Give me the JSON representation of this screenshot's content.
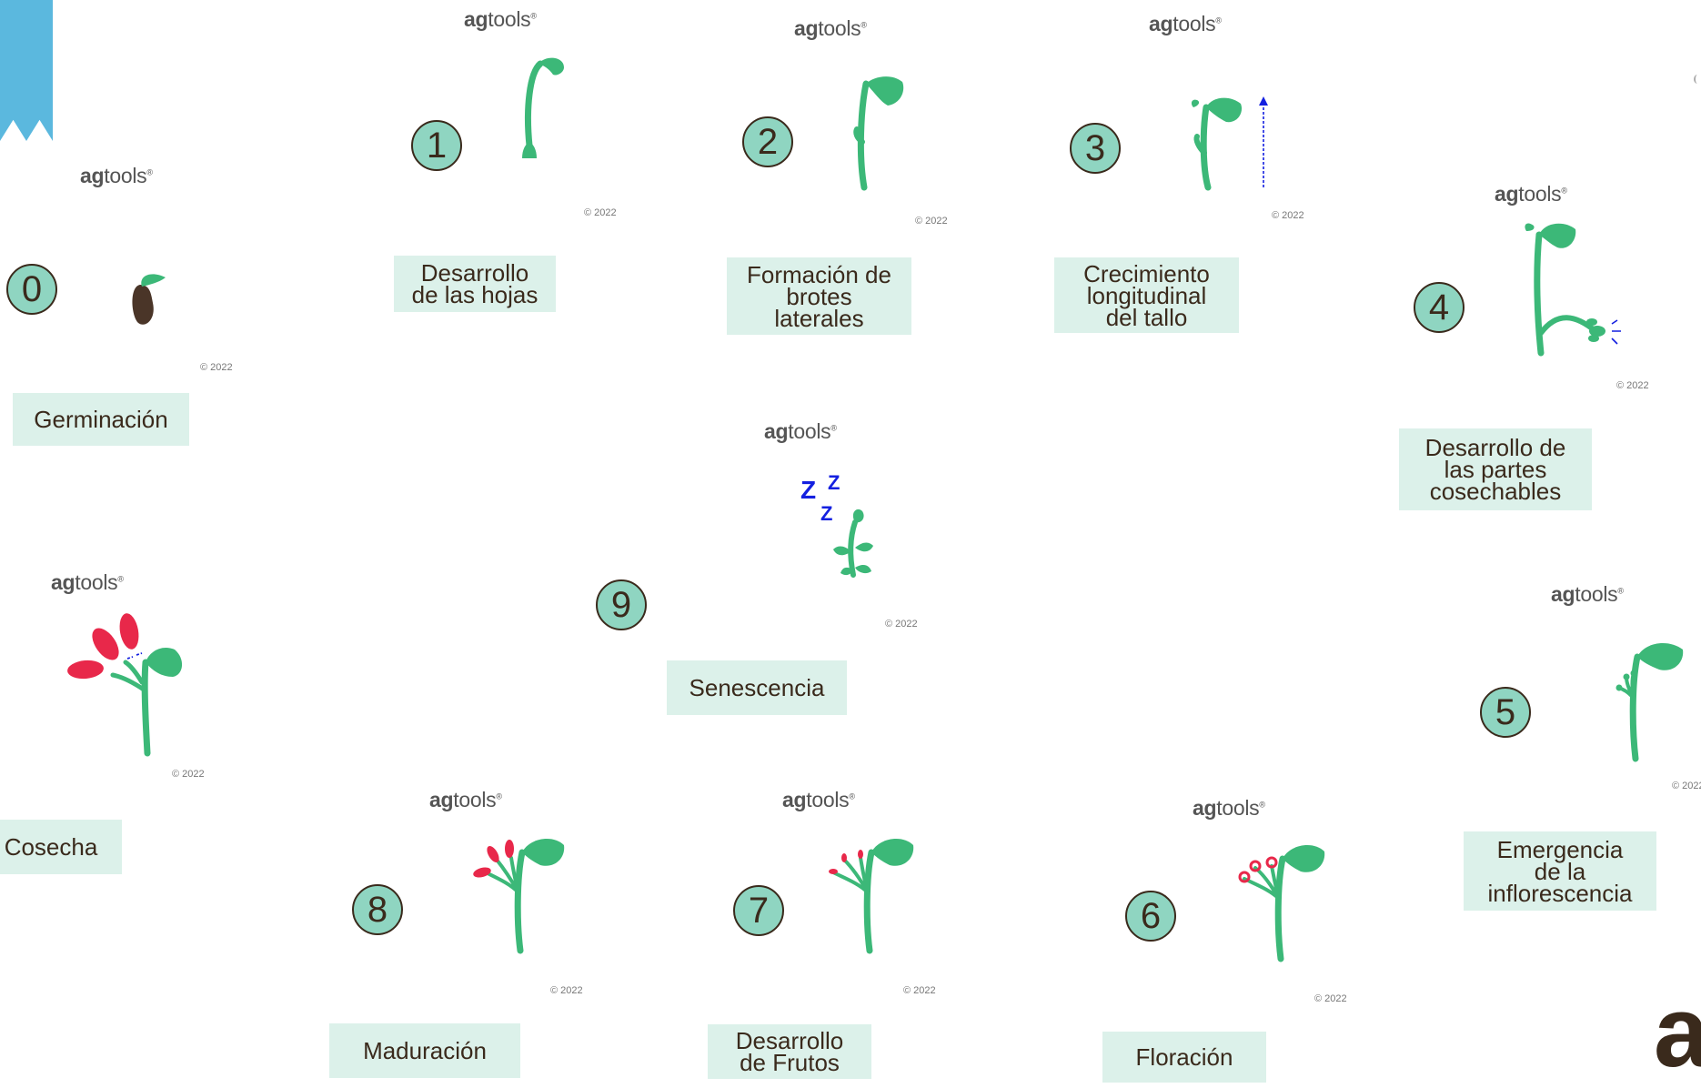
{
  "brand": {
    "bold": "ag",
    "light": "tools",
    "mark": "®"
  },
  "copyright": "© 2022",
  "stages": [
    {
      "number": "0",
      "label": "Germinación"
    },
    {
      "number": "1",
      "label": "Desarrollo\nde las hojas"
    },
    {
      "number": "2",
      "label": "Formación de\nbrotes\nlaterales"
    },
    {
      "number": "3",
      "label": "Crecimiento\nlongitudinal\ndel tallo"
    },
    {
      "number": "4",
      "label": "Desarrollo de\nlas partes\ncosechables"
    },
    {
      "number": "5",
      "label": "Emergencia\nde la\ninflorescencia"
    },
    {
      "number": "6",
      "label": "Floración"
    },
    {
      "number": "7",
      "label": "Desarrollo\nde Frutos"
    },
    {
      "number": "8",
      "label": "Maduración"
    },
    {
      "number": "9",
      "label": "Senescencia"
    },
    {
      "number": "",
      "label": "Cosecha"
    }
  ],
  "corner_letter": "a",
  "sleep_text": {
    "z1": "Z",
    "z2": "Z",
    "z3": "Z"
  },
  "colors": {
    "plant_green": "#3cb878",
    "number_fill": "#8fd5c1",
    "label_fill": "#dcf1ea",
    "text_brown": "#3a2a1c",
    "bookmark_blue": "#5bb8de",
    "flower_red": "#e8284a",
    "zzz_blue": "#1420e0"
  }
}
